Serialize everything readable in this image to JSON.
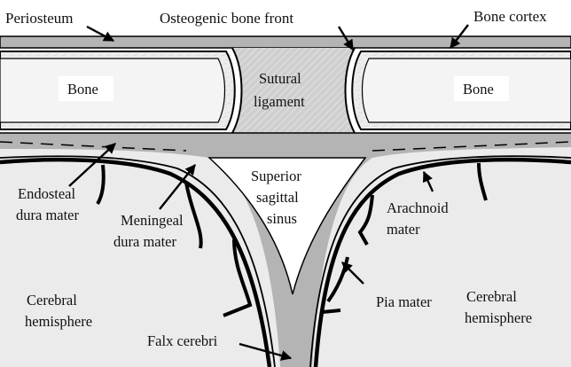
{
  "labels": {
    "periosteum": "Periosteum",
    "osteogenic_bone_front": "Osteogenic bone front",
    "bone_cortex": "Bone cortex",
    "bone_left": "Bone",
    "bone_right": "Bone",
    "sutural_ligament_1": "Sutural",
    "sutural_ligament_2": "ligament",
    "superior_sagittal_sinus_1": "Superior",
    "superior_sagittal_sinus_2": "sagittal",
    "superior_sagittal_sinus_3": "sinus",
    "endosteal_dura_1": "Endosteal",
    "endosteal_dura_2": "dura mater",
    "meningeal_dura_1": "Meningeal",
    "meningeal_dura_2": "dura mater",
    "arachnoid_1": "Arachnoid",
    "arachnoid_2": "mater",
    "pia_mater": "Pia mater",
    "cerebral_left_1": "Cerebral",
    "cerebral_left_2": "hemisphere",
    "cerebral_right_1": "Cerebral",
    "cerebral_right_2": "hemisphere",
    "falx_cerebri": "Falx cerebri"
  },
  "colors": {
    "dura_gray": "#b4b4b4",
    "bone_fill": "#ececec",
    "brain_fill": "#ebebeb",
    "sinus_fill": "#ffffff",
    "outline": "#000000"
  }
}
